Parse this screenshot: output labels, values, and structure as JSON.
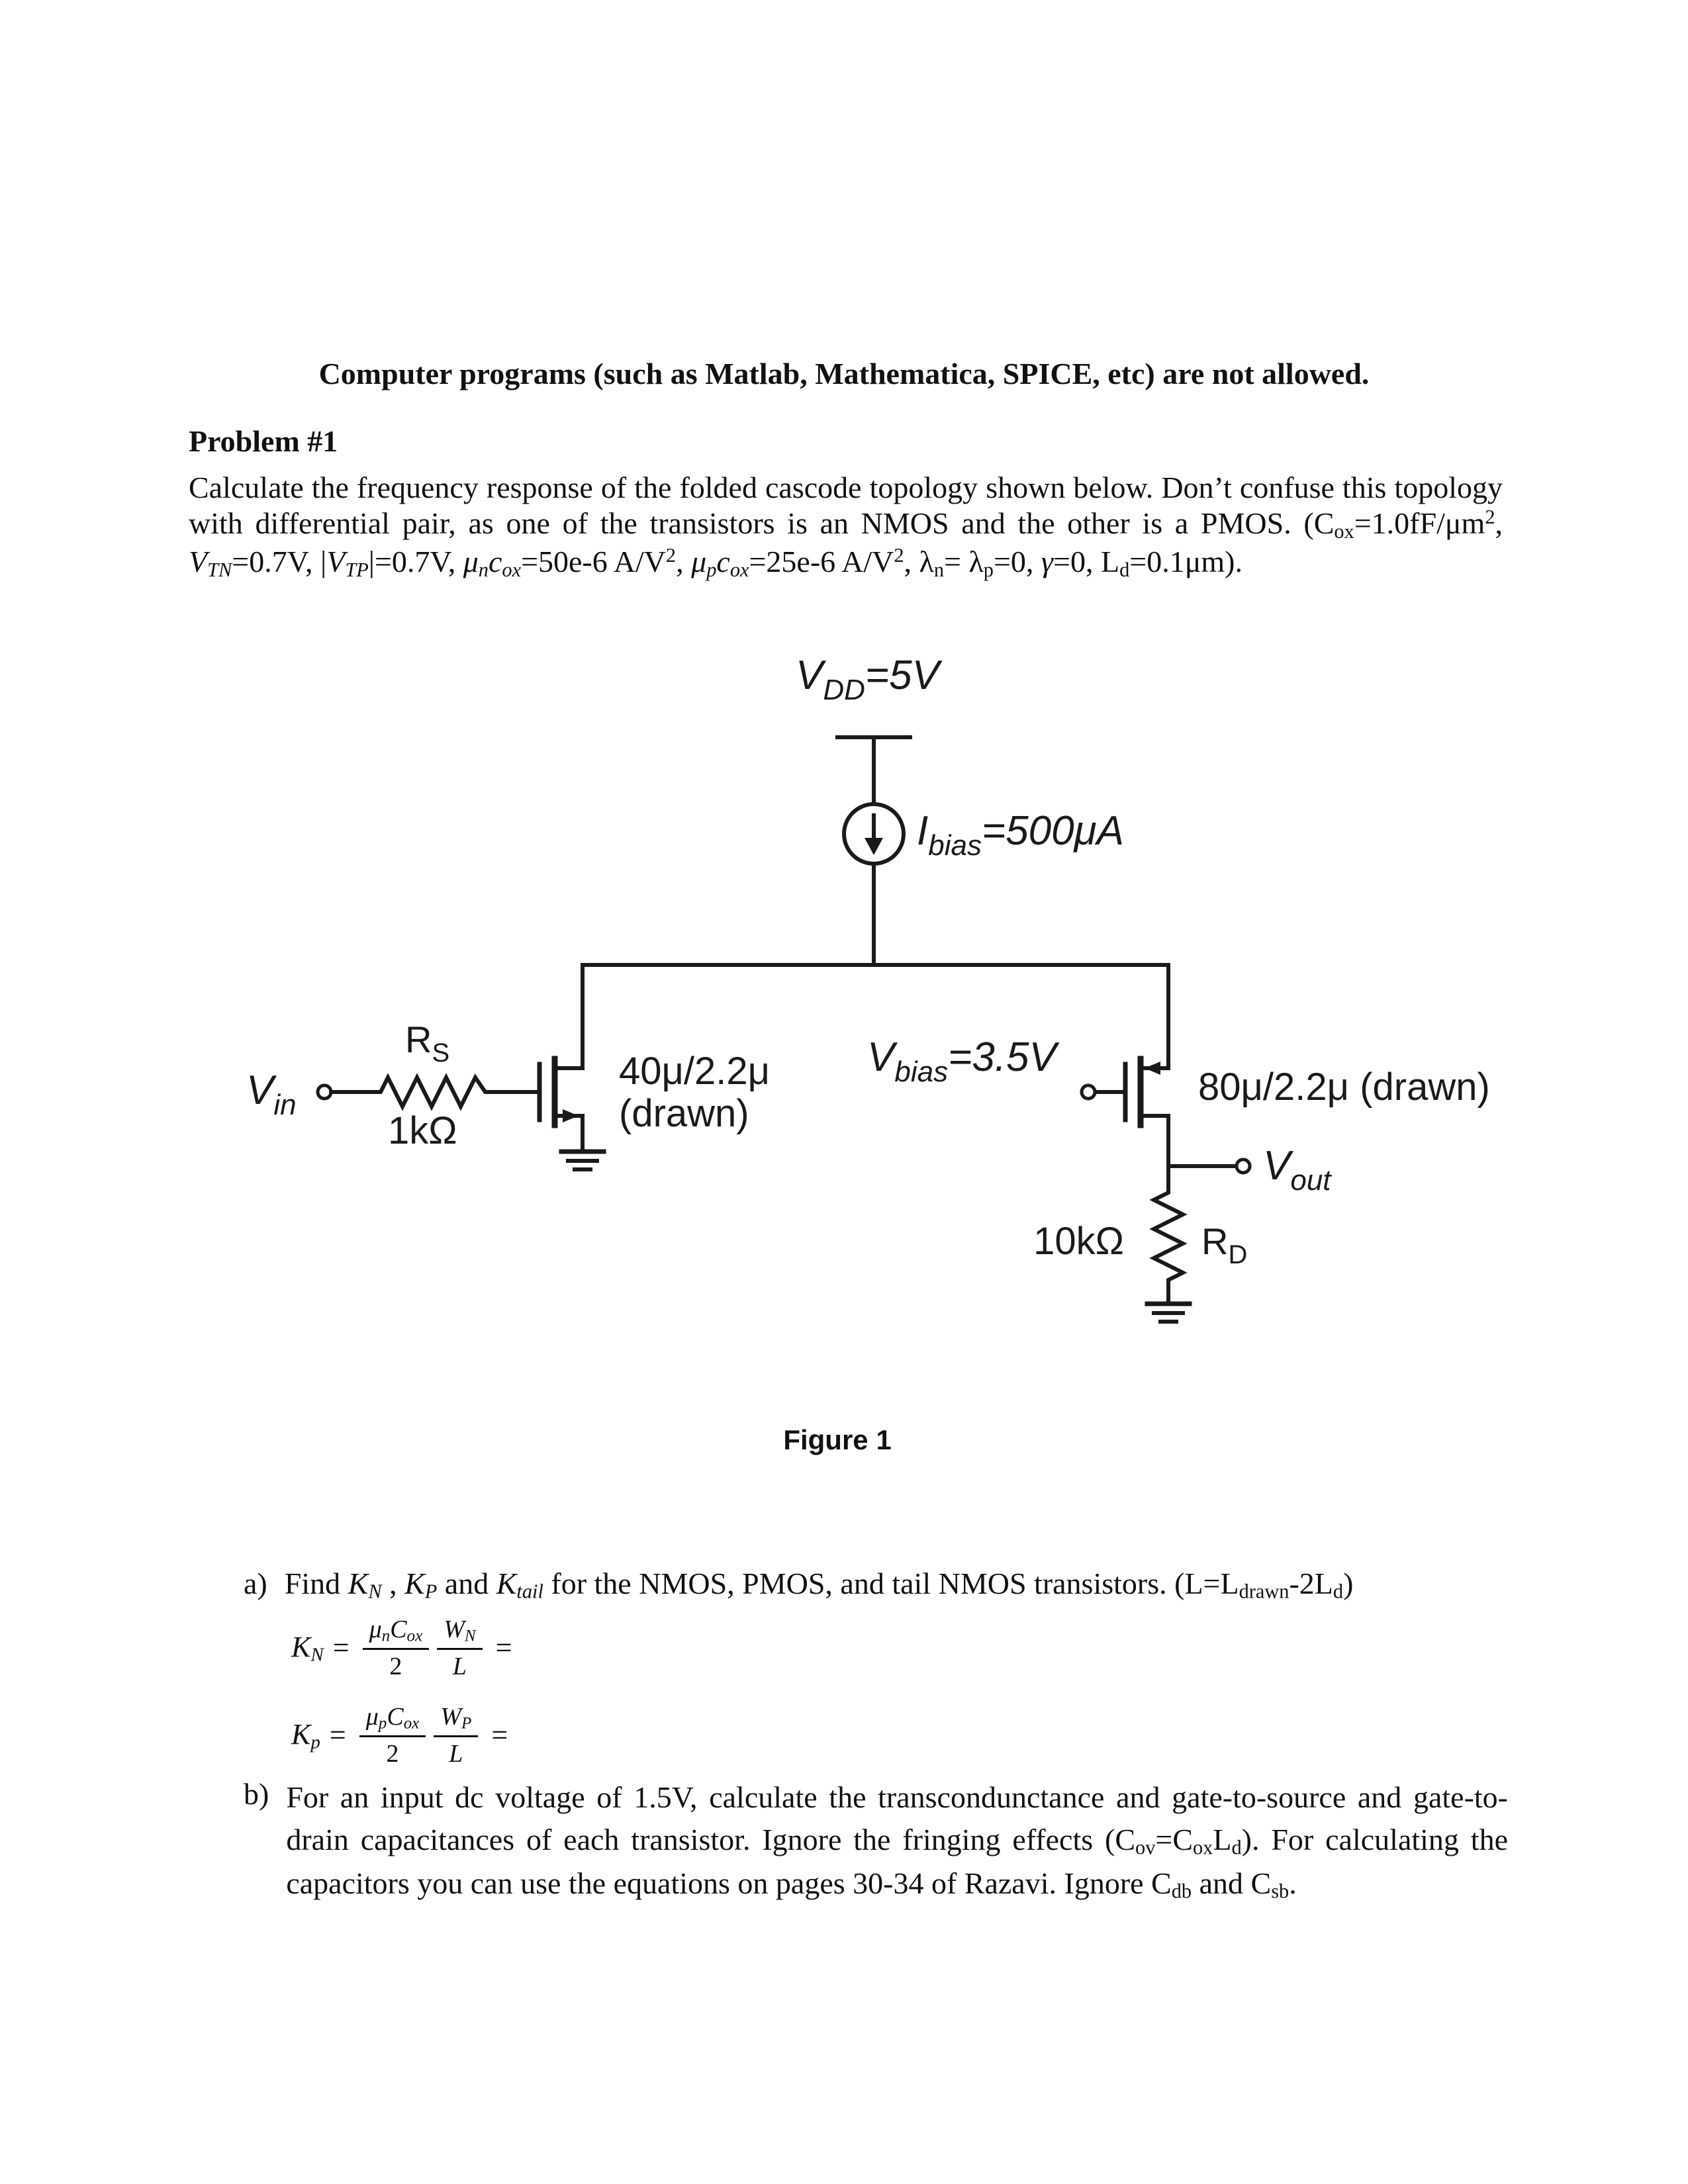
{
  "header": {
    "note": "Computer programs (such as Matlab, Mathematica, SPICE, etc) are not allowed."
  },
  "problem": {
    "title": "Problem #1",
    "body": [
      {
        "t": "Calculate the frequency response of the folded cascode topology shown below. Don’t confuse this topology with differential pair, as one of the transistors is an NMOS and the other is a PMOS. (C"
      },
      {
        "t": "ox",
        "c": "sub"
      },
      {
        "t": "=1.0fF/μm"
      },
      {
        "t": "2",
        "c": "sup"
      },
      {
        "t": ", "
      },
      {
        "t": "V",
        "c": "i"
      },
      {
        "t": "TN",
        "c": "i sub"
      },
      {
        "t": "=0.7V, |"
      },
      {
        "t": "V",
        "c": "i"
      },
      {
        "t": "TP",
        "c": "i sub"
      },
      {
        "t": "|=0.7V, "
      },
      {
        "t": "μ",
        "c": "i"
      },
      {
        "t": "n",
        "c": "i sub"
      },
      {
        "t": "c",
        "c": "i"
      },
      {
        "t": "ox",
        "c": "i sub"
      },
      {
        "t": "=50e-6 A/V"
      },
      {
        "t": "2",
        "c": "sup"
      },
      {
        "t": ", "
      },
      {
        "t": "μ",
        "c": "i"
      },
      {
        "t": "p",
        "c": "i sub"
      },
      {
        "t": "c",
        "c": "i"
      },
      {
        "t": "ox",
        "c": "i sub"
      },
      {
        "t": "=25e-6 A/V"
      },
      {
        "t": "2",
        "c": "sup"
      },
      {
        "t": ", λ"
      },
      {
        "t": "n",
        "c": "sub"
      },
      {
        "t": "= λ"
      },
      {
        "t": "p",
        "c": "sub"
      },
      {
        "t": "=0, "
      },
      {
        "t": "γ",
        "c": "i"
      },
      {
        "t": "=0, L"
      },
      {
        "t": "d",
        "c": "sub"
      },
      {
        "t": "=0.1μm)."
      }
    ]
  },
  "figure": {
    "caption": "Figure 1",
    "labels": {
      "vdd": {
        "main": "V",
        "sub": "DD",
        "rest": "=5V"
      },
      "ibias": {
        "main": "I",
        "sub": "bias",
        "rest": "=500μA"
      },
      "vin": {
        "main": "V",
        "sub": "in",
        "rest": ""
      },
      "rs": {
        "main": "R",
        "sub": "S"
      },
      "rs_value": "1kΩ",
      "nmos_size": "40μ/2.2μ",
      "nmos_drawn": "(drawn)",
      "vbias": {
        "main": "V",
        "sub": "bias",
        "rest": "=3.5V"
      },
      "pmos_size": "80μ/2.2μ (drawn)",
      "vout": {
        "main": "V",
        "sub": "out",
        "rest": ""
      },
      "rd_value": "10kΩ",
      "rd": {
        "main": "R",
        "sub": "D"
      }
    }
  },
  "parts": {
    "a": {
      "label": "a)",
      "text": [
        {
          "t": "Find "
        },
        {
          "t": "K",
          "c": "i"
        },
        {
          "t": "N",
          "c": "i sub"
        },
        {
          "t": " , "
        },
        {
          "t": "K",
          "c": "i"
        },
        {
          "t": "P",
          "c": "i sub"
        },
        {
          "t": " and "
        },
        {
          "t": "K",
          "c": "i"
        },
        {
          "t": "tail",
          "c": "i sub"
        },
        {
          "t": " for the NMOS, PMOS, and tail NMOS transistors. (L=L"
        },
        {
          "t": "drawn",
          "c": "sub"
        },
        {
          "t": "-2L"
        },
        {
          "t": "d",
          "c": "sub"
        },
        {
          "t": ")"
        }
      ],
      "eq_kn": {
        "lhs": [
          {
            "t": "K",
            "c": "i"
          },
          {
            "t": "N",
            "c": "i sub"
          }
        ],
        "eq": "=",
        "frac1_num": [
          {
            "t": "μ",
            "c": "i"
          },
          {
            "t": "n",
            "c": "i sub"
          },
          {
            "t": "C",
            "c": "i"
          },
          {
            "t": "ox",
            "c": "i sub"
          }
        ],
        "frac1_den": [
          {
            "t": "2"
          }
        ],
        "frac2_num": [
          {
            "t": "W",
            "c": "i"
          },
          {
            "t": "N",
            "c": "i sub"
          }
        ],
        "frac2_den": [
          {
            "t": "L",
            "c": "i"
          }
        ],
        "tail": "="
      },
      "eq_kp": {
        "lhs": [
          {
            "t": "K",
            "c": "i"
          },
          {
            "t": "p",
            "c": "i sub"
          }
        ],
        "eq": "=",
        "frac1_num": [
          {
            "t": "μ",
            "c": "i"
          },
          {
            "t": "p",
            "c": "i sub"
          },
          {
            "t": "C",
            "c": "i"
          },
          {
            "t": "ox",
            "c": "i sub"
          }
        ],
        "frac1_den": [
          {
            "t": "2"
          }
        ],
        "frac2_num": [
          {
            "t": "W",
            "c": "i"
          },
          {
            "t": "P",
            "c": "i sub"
          }
        ],
        "frac2_den": [
          {
            "t": "L",
            "c": "i"
          }
        ],
        "tail": "="
      }
    },
    "b": {
      "label": "b)",
      "text": [
        {
          "t": "For an input dc voltage of 1.5V, calculate the transcondunctance and gate-to-source and gate-to-drain capacitances of each transistor. Ignore the fringing effects (C"
        },
        {
          "t": "ov",
          "c": "sub"
        },
        {
          "t": "=C"
        },
        {
          "t": "ox",
          "c": "sub"
        },
        {
          "t": "L"
        },
        {
          "t": "d",
          "c": "sub"
        },
        {
          "t": "). For calculating the capacitors you can use the equations on pages 30-34 of Razavi. Ignore C"
        },
        {
          "t": "db",
          "c": "sub"
        },
        {
          "t": " and C"
        },
        {
          "t": "sb",
          "c": "sub"
        },
        {
          "t": "."
        }
      ]
    }
  }
}
